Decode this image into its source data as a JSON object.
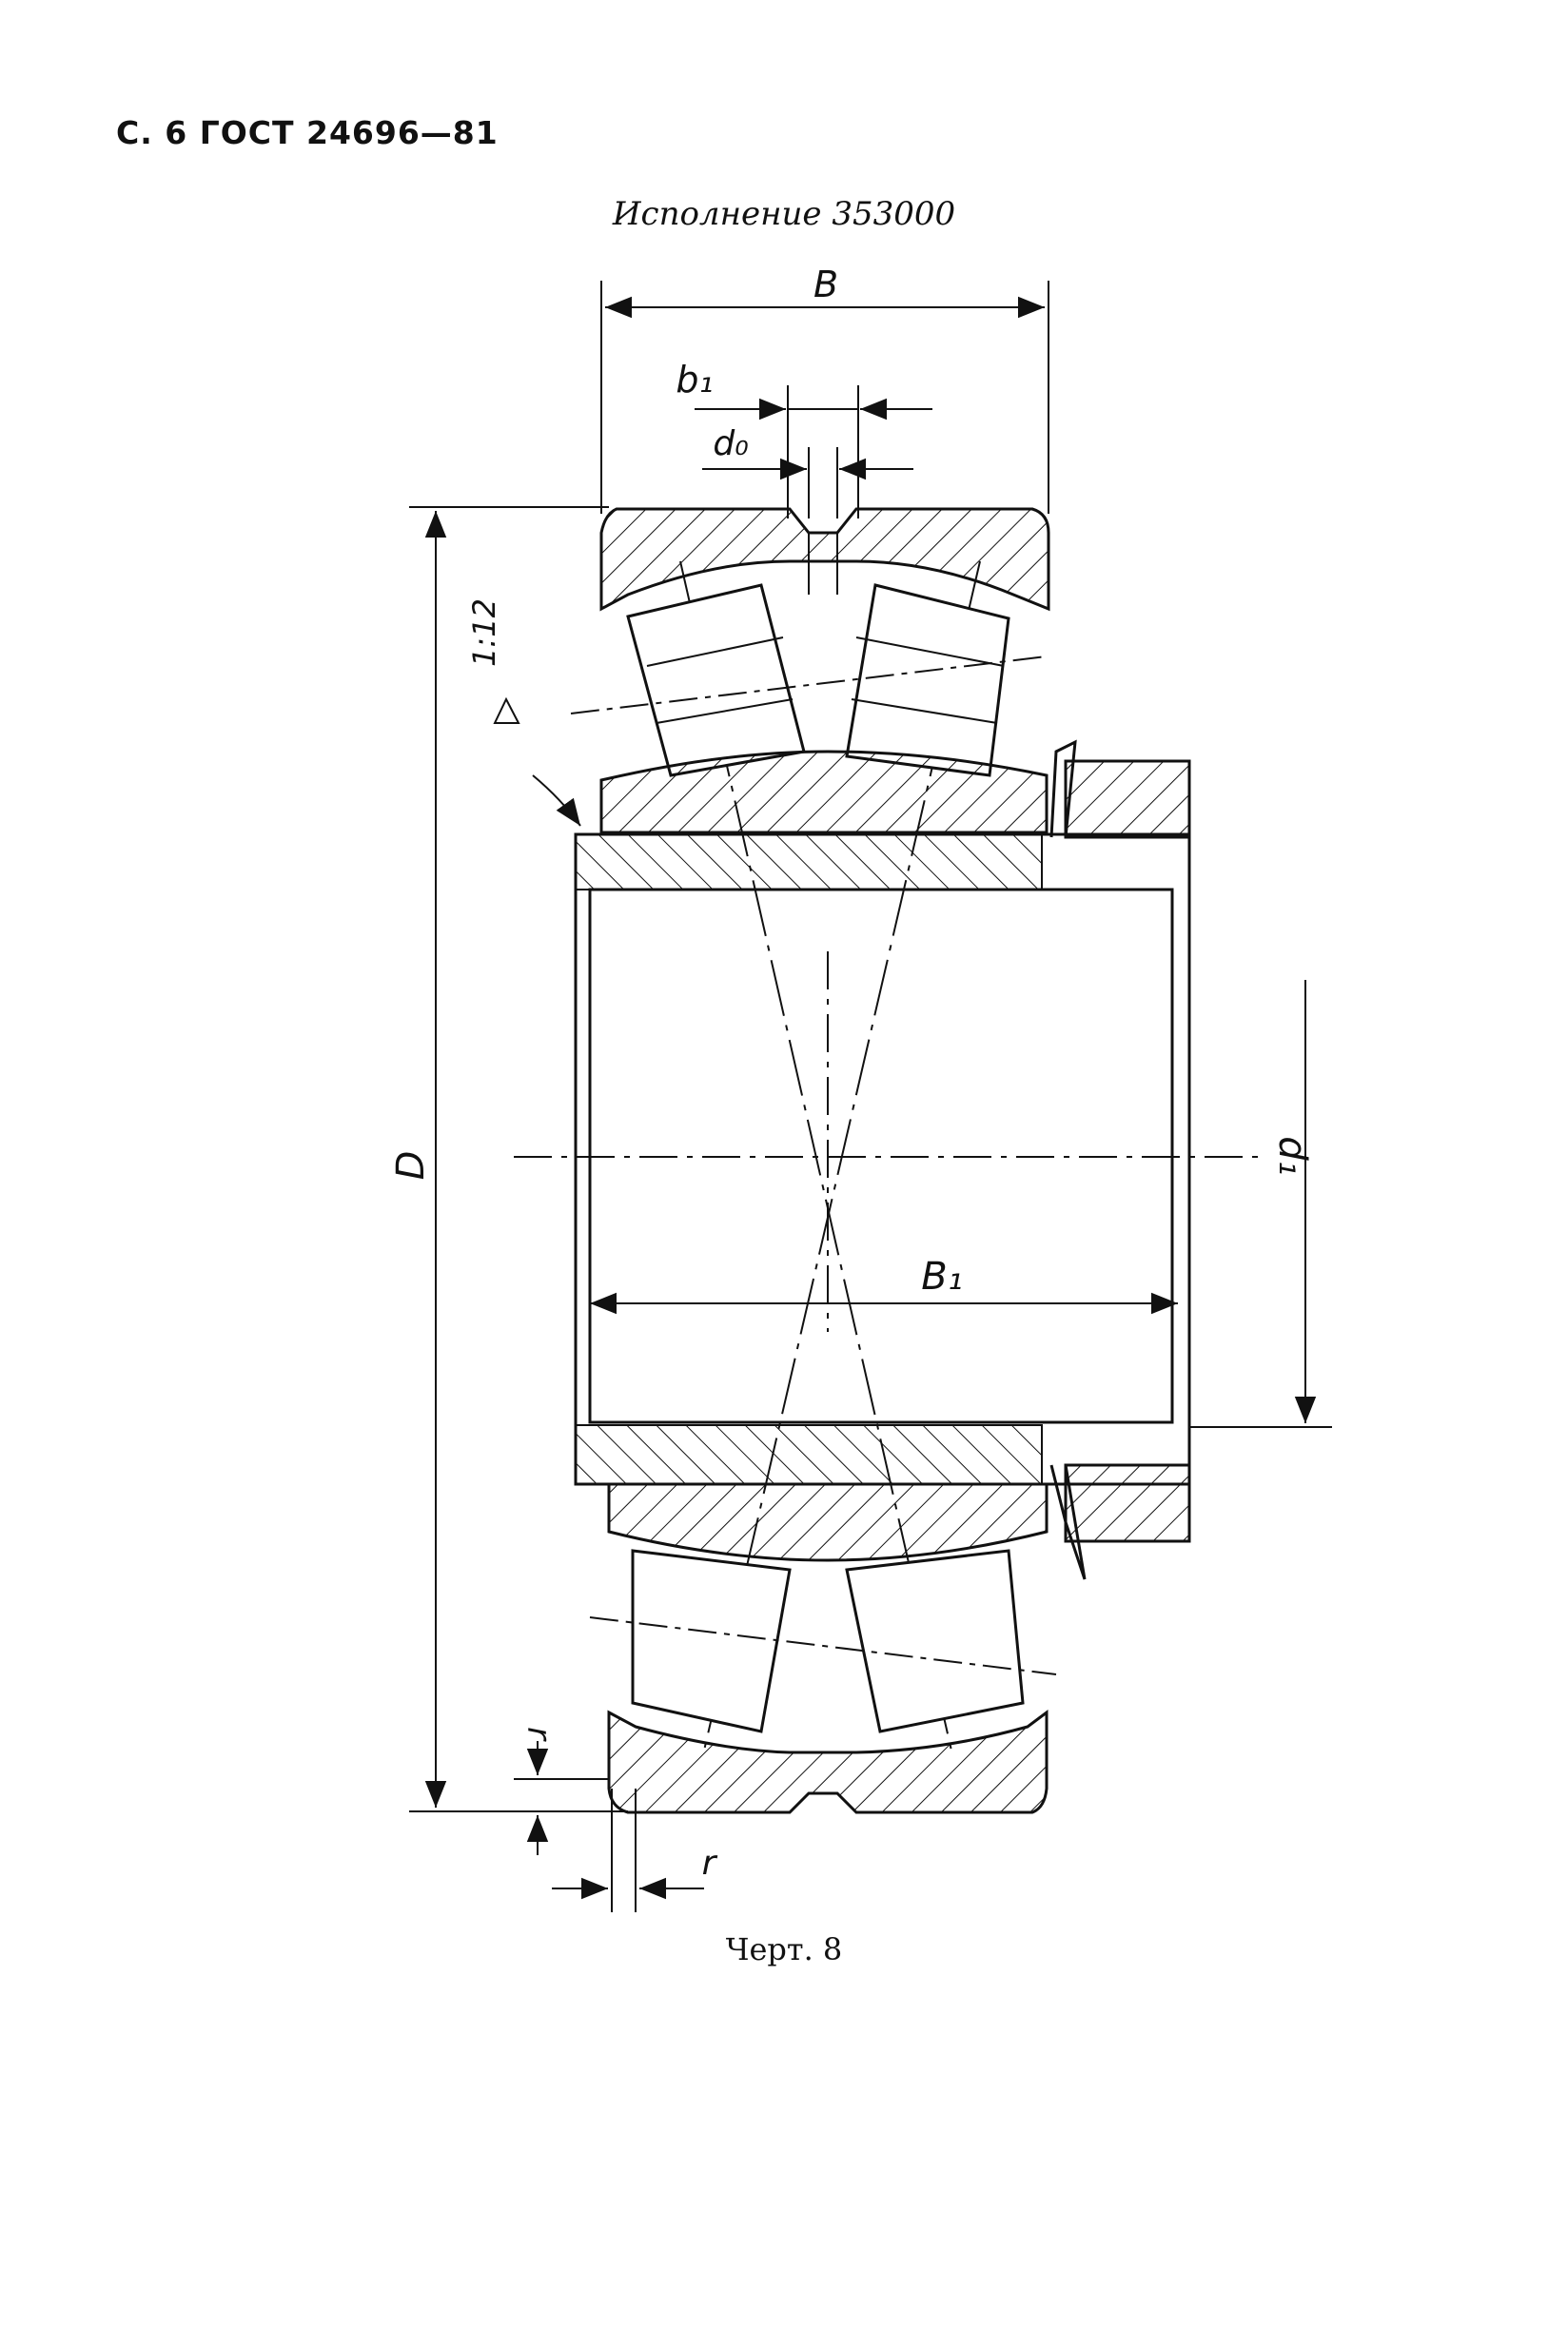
{
  "header": {
    "page_ref": "С. 6 ГОСТ 24696—81"
  },
  "figure": {
    "variant_title": "Исполнение 353000",
    "caption": "Черт. 8",
    "dimensions": {
      "B": "B",
      "b1": "b₁",
      "d0": "d₀",
      "D": "D",
      "d1": "d₁",
      "B1": "B₁",
      "r_vertical": "r",
      "r_horizontal": "r",
      "taper": "1:12"
    }
  },
  "colors": {
    "ink": "#111111",
    "paper": "#ffffff"
  }
}
